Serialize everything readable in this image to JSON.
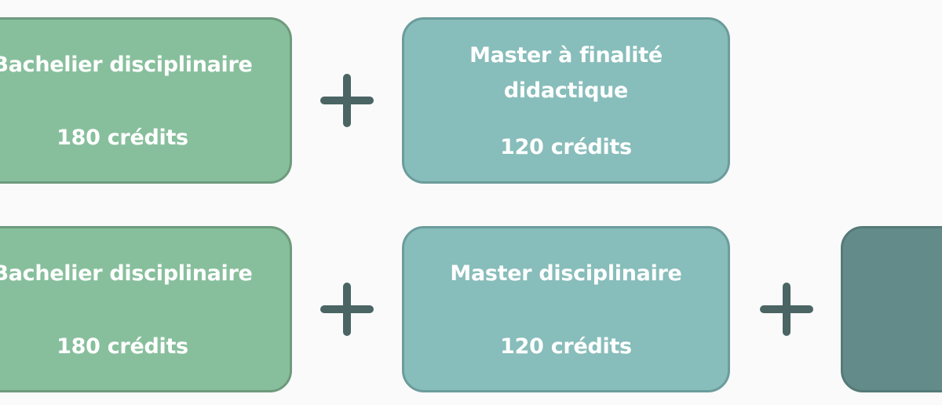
{
  "rows": [
    {
      "bachelor": {
        "title": "Bachelier disciplinaire",
        "credits": "180 crédits"
      },
      "master": {
        "title_line1": "Master à finalité",
        "title_line2": "didactique",
        "credits": "120 crédits"
      }
    },
    {
      "bachelor": {
        "title": "Bachelier disciplinaire",
        "credits": "180 crédits"
      },
      "master": {
        "title": "Master disciplinaire",
        "credits": "120 crédits"
      }
    }
  ],
  "icons": {
    "connector": "plus-icon"
  },
  "colors": {
    "bachelor_fill": "#87bf9c",
    "master_fill": "#87bdba",
    "extra_fill": "#638b89",
    "plus_color": "#4a6563",
    "text": "#ffffff"
  }
}
